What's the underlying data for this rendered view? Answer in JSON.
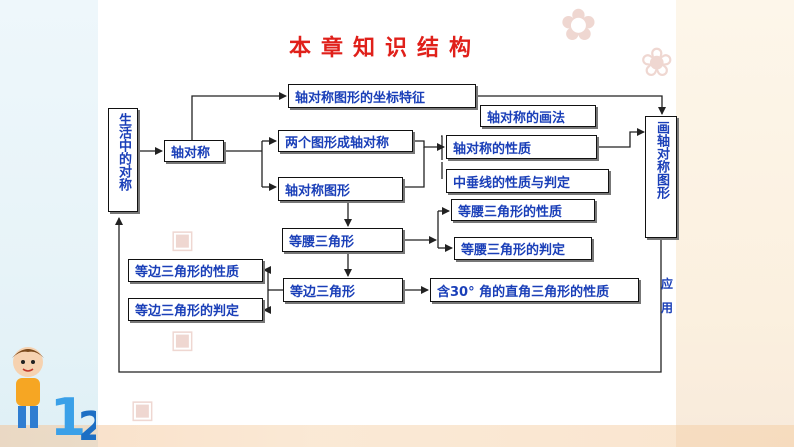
{
  "title": "本章知识结构",
  "nodes": {
    "life_symmetry": "生活中的对称",
    "axial_symmetry": "轴对称",
    "coordinate_feature": "轴对称图形的坐标特征",
    "drawing_method": "轴对称的画法",
    "two_figures": "两个图形成轴对称",
    "axial_property": "轴对称的性质",
    "axial_figure": "轴对称图形",
    "perp_bisector": "中垂线的性质与判定",
    "isosceles": "等腰三角形",
    "isosceles_property": "等腰三角形的性质",
    "isosceles_judgement": "等腰三角形的判定",
    "equilateral_property": "等边三角形的性质",
    "equilateral": "等边三角形",
    "equilateral_judgement": "等边三角形的判定",
    "right_30": "含30° 角的直角三角形的性质",
    "draw_axial_figure": "画轴对称图形"
  },
  "labels": {
    "apply_1": "应",
    "apply_2": "用"
  },
  "colors": {
    "title": "#e0201a",
    "node_text": "#1a3fb8",
    "line": "#222222"
  }
}
